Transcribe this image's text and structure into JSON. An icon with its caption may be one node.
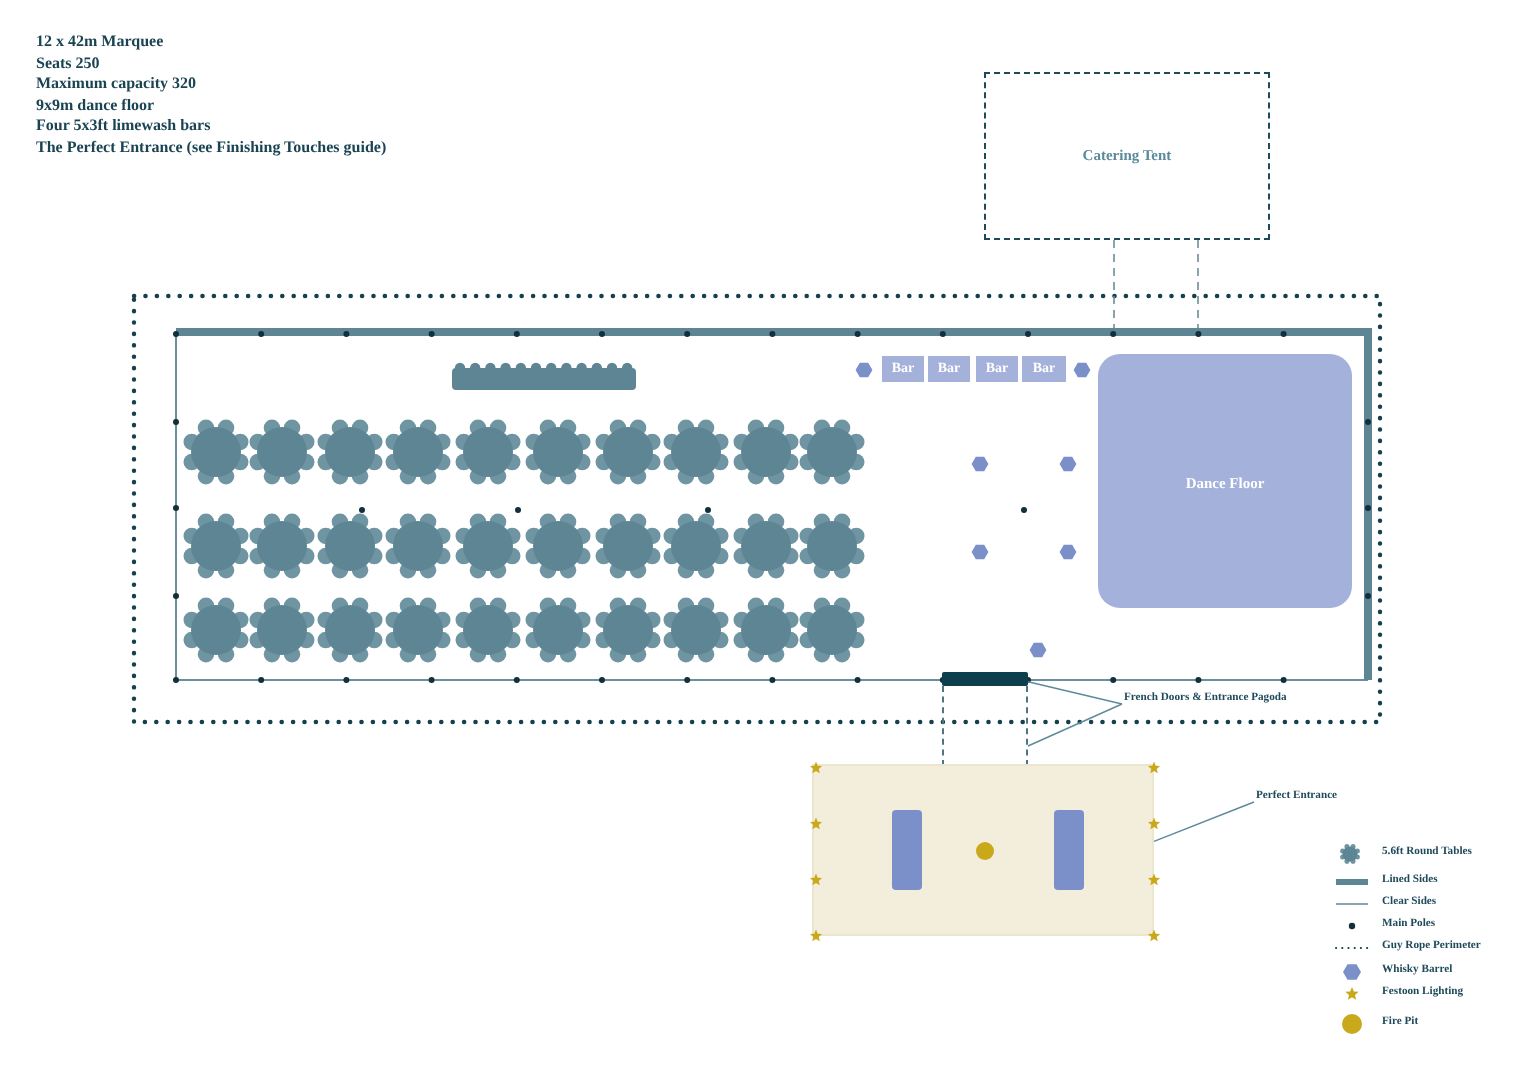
{
  "diagram": {
    "nodes": [
      {
        "text": [
          "Catering Tent"
        ]
      },
      {
        "text": [
          "Bar"
        ]
      },
      {
        "text": [
          "Bar"
        ]
      },
      {
        "text": [
          "Bar"
        ]
      },
      {
        "text": [
          "Bar"
        ]
      },
      {
        "text": [
          "Dance Floor"
        ]
      },
      {
        "text": [
          "French Doors & Entrance Pagoda"
        ]
      },
      {
        "text": [],
        "shape": "bar"
      },
      {
        "text": [],
        "shape": "box"
      },
      {
        "text": [
          "Perfect Entrance"
        ]
      },
      {
        "text": [],
        "shape": "box"
      }
    ],
    "edges": [
      {
        "from": 6,
        "to": 7,
        "arrow": "none"
      },
      {
        "from": 6,
        "to": 8,
        "arrow": "none"
      },
      {
        "from": 9,
        "to": 10,
        "arrow": "none"
      }
    ],
    "labels": [
      "12 x 42m Marquee",
      "Seats 250",
      "Maximum capacity 320",
      "9x9m dance floor",
      "Four 5x3ft limewash bars",
      "The Perfect Entrance (see Finishing Touches guide)"
    ],
    "legend": [
      {
        "text": "5.6ft Round Tables"
      },
      {
        "text": "Lined Sides"
      },
      {
        "text": "Clear Sides"
      },
      {
        "text": "Main Poles"
      },
      {
        "text": "Guy Rope Perimeter"
      },
      {
        "text": "Whisky Barrel"
      },
      {
        "text": "Festoon Lighting"
      },
      {
        "text": "Fire Pit"
      }
    ]
  }
}
